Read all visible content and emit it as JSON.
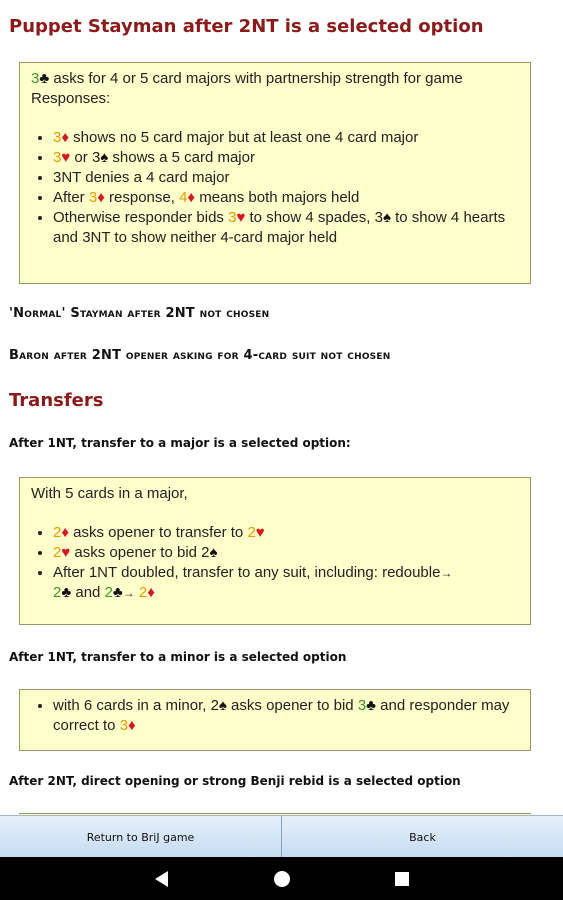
{
  "sections": {
    "puppet_heading": "Puppet Stayman after 2NT is a selected option",
    "puppet_box": {
      "intro_level": "3",
      "intro_suit": "♣",
      "intro_text": " asks for 4 or 5 card majors with partnership strength for game",
      "responses_label": "Responses:",
      "items": {
        "i1": {
          "lvl": "3",
          "suit": "♦",
          "text": " shows no 5 card major but at least one 4 card major"
        },
        "i2": {
          "lvl_a": "3",
          "suit_a": "♥",
          "mid": " or ",
          "lvl_b": "3",
          "suit_b": "♠",
          "text": " shows a 5 card major"
        },
        "i3": {
          "text": "3NT denies a 4 card major"
        },
        "i4": {
          "pre": "After ",
          "lvl_a": "3",
          "suit_a": "♦",
          "mid": " response, ",
          "lvl_b": "4",
          "suit_b": "♦",
          "text": " means both majors held"
        },
        "i5": {
          "pre": "Otherwise responder bids ",
          "lvl_a": "3",
          "suit_a": "♥",
          "mid": " to show 4 spades, ",
          "lvl_b": "3",
          "suit_b": "♠",
          "text": " to show 4 hearts and 3NT to show neither 4-card major held"
        }
      }
    },
    "normal_stayman": "'Normal' Stayman after 2NT not chosen",
    "baron": "Baron after 2NT opener asking for 4-card suit not chosen",
    "transfers_heading": "Transfers",
    "transfer_major_note": "After 1NT, transfer to a major is a selected option:",
    "transfer_major_box": {
      "intro": "With 5 cards in a major,",
      "items": {
        "i1": {
          "lvl_a": "2",
          "suit_a": "♦",
          "mid": " asks opener to transfer to ",
          "lvl_b": "2",
          "suit_b": "♥"
        },
        "i2": {
          "lvl_a": "2",
          "suit_a": "♥",
          "mid": " asks opener to bid ",
          "lvl_b": "2",
          "suit_b": "♠"
        },
        "i3": {
          "pre": "After 1NT doubled, transfer to any suit, including:  redouble",
          "arrow": "→",
          "lvl_a": "2",
          "suit_a": "♣",
          "mid": " and ",
          "lvl_b": "2",
          "suit_b": "♣",
          "arrow2": "→",
          "lvl_c": "2",
          "suit_c": "♦"
        }
      }
    },
    "transfer_minor_note": "After 1NT, transfer to a minor is a selected option",
    "transfer_minor_box": {
      "pre": "with 6 cards in a minor, ",
      "lvl_a": "2",
      "suit_a": "♠",
      "mid": " asks opener to bid ",
      "lvl_b": "3",
      "suit_b": "♣",
      "mid2": " and responder may correct to ",
      "lvl_c": "3",
      "suit_c": "♦"
    },
    "two_nt_note": "After 2NT, direct opening or strong Benji rebid is a selected option"
  },
  "bottom_bar": {
    "return_label": "Return to BriJ game",
    "back_label": "Back"
  },
  "nav": {
    "back_icon": "triangle-back",
    "home_icon": "circle-home",
    "recents_icon": "square-recents"
  },
  "colors": {
    "heading": "#8b1a1a",
    "box_bg": "#ffffcc",
    "clubs_level": "#3a9a2a",
    "diamonds_level": "#e69b00",
    "hearts_level": "#e69b00",
    "red_suit": "#d4181f"
  }
}
